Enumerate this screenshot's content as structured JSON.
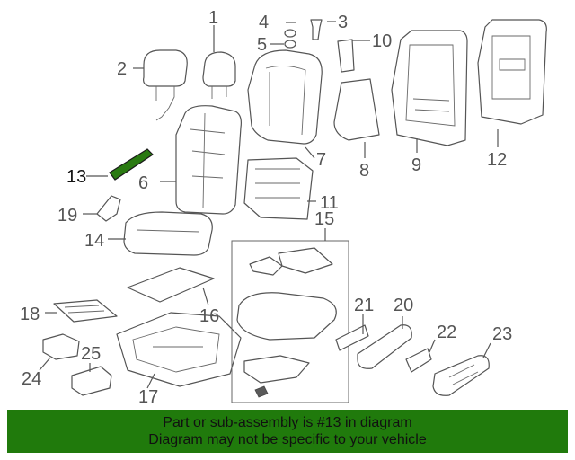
{
  "highlight_color": "#207a0c",
  "callouts": {
    "c1": "1",
    "c2": "2",
    "c3": "3",
    "c4": "4",
    "c5": "5",
    "c6": "6",
    "c7": "7",
    "c8": "8",
    "c9": "9",
    "c10": "10",
    "c11": "11",
    "c12": "12",
    "c13": "13",
    "c14": "14",
    "c15": "15",
    "c16": "16",
    "c17": "17",
    "c18": "18",
    "c19": "19",
    "c20": "20",
    "c21": "21",
    "c22": "22",
    "c23": "23",
    "c24": "24",
    "c25": "25"
  },
  "banner": {
    "line1": "Part or sub-assembly is #13 in diagram",
    "line2": "Diagram may not be specific to your vehicle"
  }
}
